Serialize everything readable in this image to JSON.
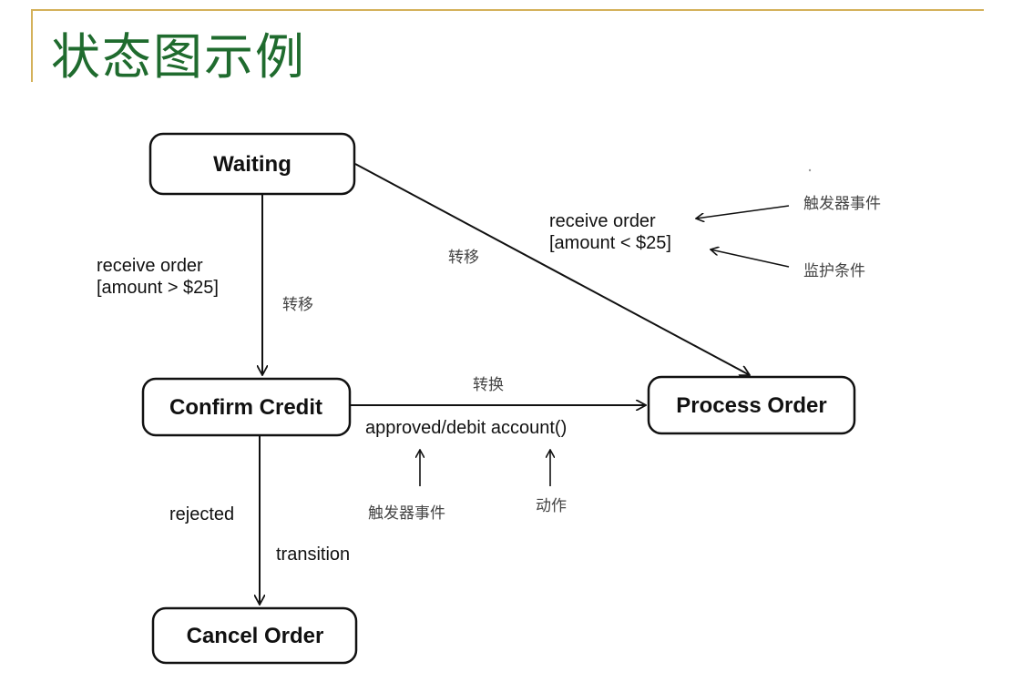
{
  "title": "状态图示例",
  "states": {
    "waiting": "Waiting",
    "confirm_credit": "Confirm Credit",
    "process_order": "Process Order",
    "cancel_order": "Cancel Order"
  },
  "transitions": {
    "waiting_to_confirm": {
      "event": "receive order",
      "guard": "[amount > $25]",
      "annotation": "转移"
    },
    "waiting_to_process": {
      "event": "receive order",
      "guard": "[amount < $25]",
      "annotation": "转移",
      "event_callout": "触发器事件",
      "guard_callout": "监护条件"
    },
    "confirm_to_process": {
      "annotation_top": "转换",
      "label": "approved/debit account()",
      "event_callout": "触发器事件",
      "action_callout": "动作"
    },
    "confirm_to_cancel": {
      "event": "rejected",
      "annotation": "transition"
    }
  },
  "colors": {
    "title": "#1f6b2e",
    "rule": "#d4b15a"
  }
}
